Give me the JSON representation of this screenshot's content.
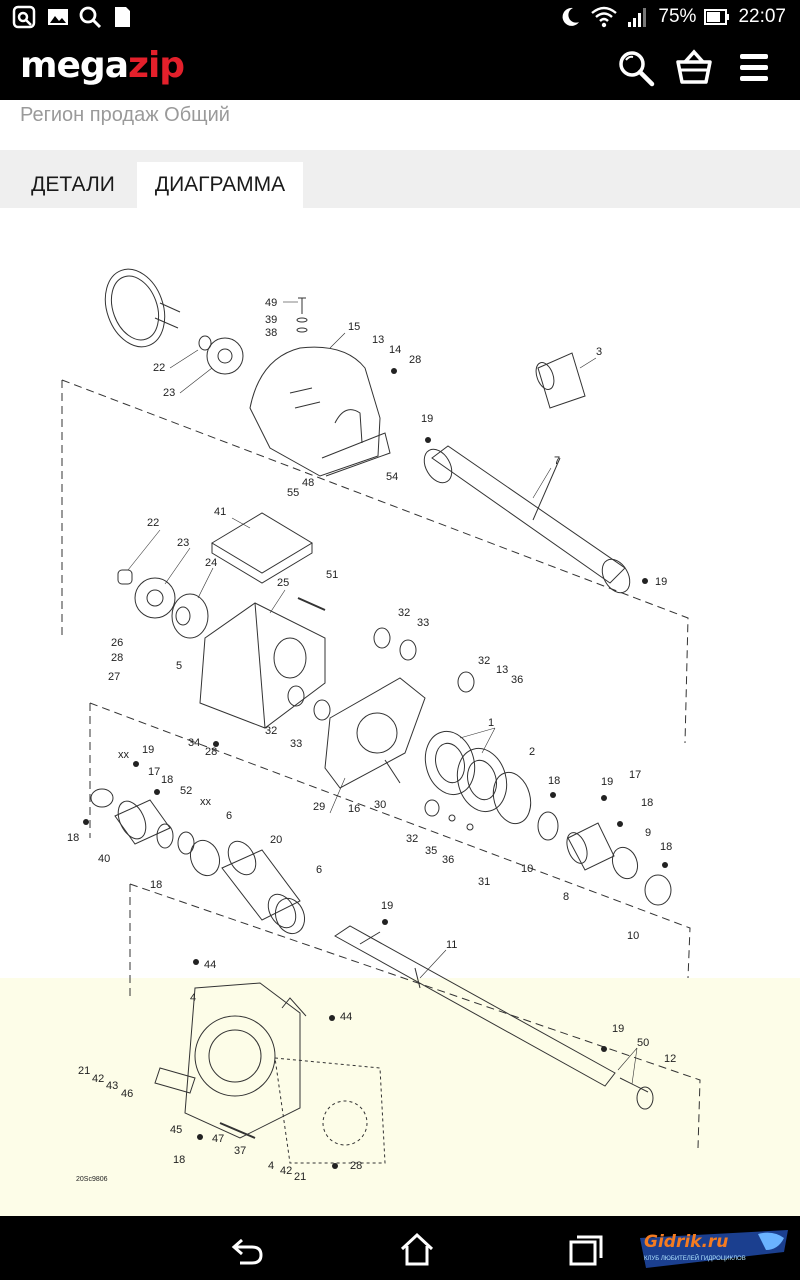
{
  "status_bar": {
    "battery": "75%",
    "time": "22:07",
    "left_icons": [
      "gallery-upload-icon",
      "image-icon",
      "search-icon",
      "sd-card-icon"
    ],
    "right_icons": [
      "moon-icon",
      "wifi-icon",
      "signal-icon",
      "battery-icon"
    ]
  },
  "header": {
    "logo_part1": "mega",
    "logo_part2": "zip",
    "logo_accent": "#e3202b",
    "icons": [
      "search-icon",
      "basket-icon",
      "menu-icon"
    ]
  },
  "region_text": "Регион продаж Общий",
  "tabs": [
    {
      "label": "ДЕТАЛИ",
      "active": false
    },
    {
      "label": "ДИАГРАММА",
      "active": true
    }
  ],
  "diagram": {
    "part_labels": [
      "49",
      "39",
      "38",
      "15",
      "13",
      "14",
      "28",
      "3",
      "22",
      "23",
      "19",
      "7",
      "54",
      "48",
      "55",
      "41",
      "22",
      "23",
      "24",
      "51",
      "25",
      "19",
      "26",
      "28",
      "5",
      "27",
      "32",
      "33",
      "32",
      "13",
      "36",
      "34",
      "28",
      "32",
      "33",
      "1",
      "xx",
      "19",
      "17",
      "18",
      "52",
      "xx",
      "2",
      "18",
      "19",
      "17",
      "18",
      "29",
      "16",
      "30",
      "18",
      "40",
      "6",
      "20",
      "32",
      "35",
      "36",
      "31",
      "10",
      "8",
      "9",
      "18",
      "18",
      "6",
      "10",
      "19",
      "11",
      "44",
      "4",
      "44",
      "19",
      "50",
      "12",
      "21",
      "42",
      "43",
      "46",
      "45",
      "47",
      "37",
      "18",
      "4",
      "42",
      "21",
      "28"
    ],
    "drawing_code": "20Sc9806"
  },
  "nav_bar": {
    "icons": [
      "back-icon",
      "home-icon",
      "recents-icon"
    ],
    "watermark_text": "Gidrik.ru",
    "watermark_sub": "КЛУБ ЛЮБИТЕЛЕЙ ГИДРОЦИКЛОВ"
  }
}
